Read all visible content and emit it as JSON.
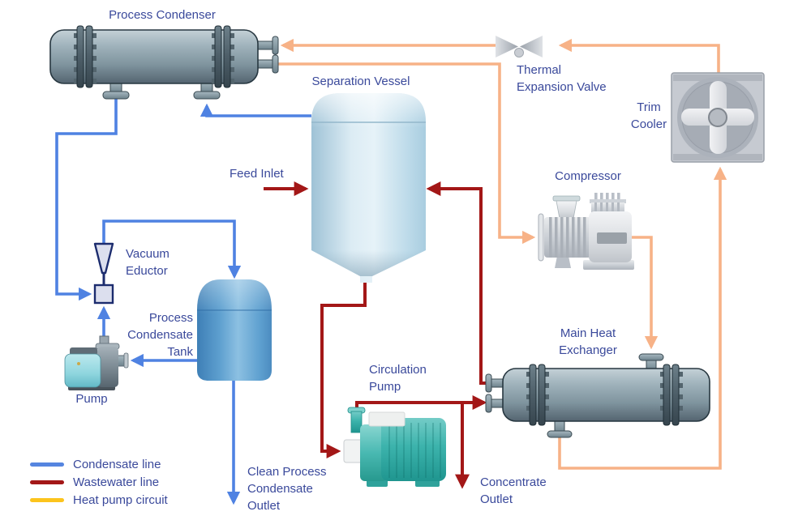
{
  "diagram": {
    "labels": {
      "process_condenser": "Process Condenser",
      "separation_vessel": "Separation Vessel",
      "thermal_expansion_valve": "Thermal\nExpansion Valve",
      "trim_cooler": "Trim\nCooler",
      "compressor": "Compressor",
      "main_heat_exchanger": "Main Heat\nExchanger",
      "feed_inlet": "Feed Inlet",
      "vacuum_eductor": "Vacuum\nEductor",
      "process_condensate_tank": "Process\nCondensate\nTank",
      "pump": "Pump",
      "circulation_pump": "Circulation\nPump",
      "clean_process_condensate_outlet": "Clean Process\nCondensate\nOutlet",
      "concentrate_outlet": "Concentrate\nOutlet"
    },
    "legend": {
      "items": [
        {
          "label": "Condensate line",
          "color": "#5585e0"
        },
        {
          "label": "Wastewater line",
          "color": "#a31717"
        },
        {
          "label": "Heat pump circuit",
          "color": "#fcc41d"
        }
      ]
    },
    "colors": {
      "condensate_line": "#4f82e2",
      "wastewater_line": "#a31717",
      "heat_pump_line": "#f7b287",
      "label_text": "#3a499b",
      "background": "#ffffff"
    }
  }
}
